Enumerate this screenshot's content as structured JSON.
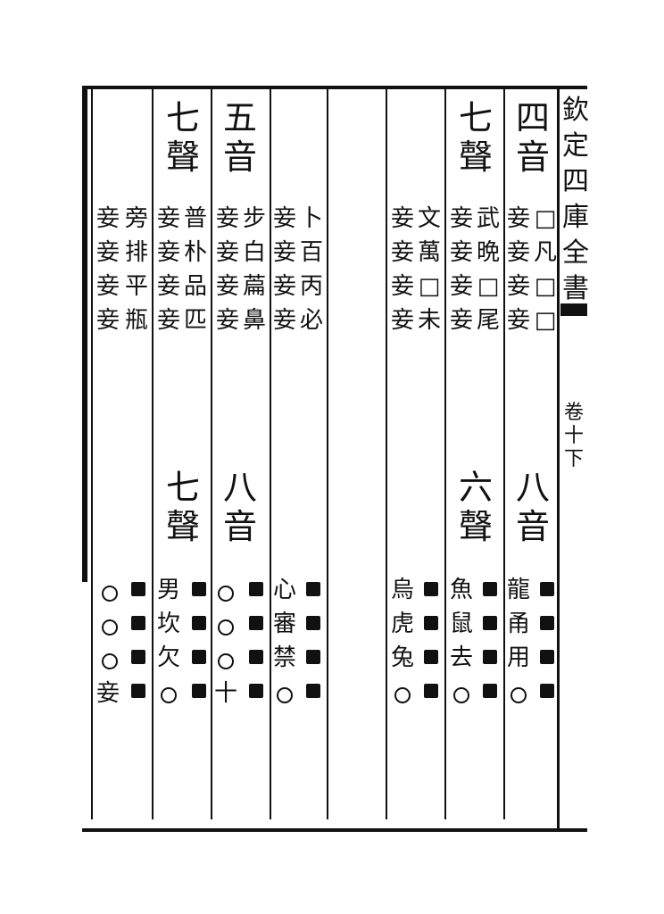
{
  "header": {
    "book_title": "欽定四庫全書",
    "volume": "卷十下"
  },
  "upper_columns": [
    {
      "id": "c1",
      "heading": "四\n音",
      "lines": [
        "□凡□□",
        "妾妾妾妾"
      ]
    },
    {
      "id": "c2",
      "heading": "七\n聲",
      "lines": [
        "武晩□尾",
        "妾妾妾妾"
      ]
    },
    {
      "id": "c3",
      "heading": "",
      "lines": [
        "文萬□未",
        "妾妾妾妾"
      ]
    },
    {
      "id": "c4",
      "heading": "",
      "lines": [
        "卜百丙必",
        "妾妾妾妾"
      ]
    },
    {
      "id": "c5",
      "heading": "五\n音",
      "lines": [
        "步白萹鼻",
        "妾妾妾妾"
      ]
    },
    {
      "id": "c6",
      "heading": "七\n聲",
      "lines": [
        "普朴品匹",
        "妾妾妾妾"
      ]
    },
    {
      "id": "c7",
      "heading": "",
      "lines": [
        "旁排平瓶",
        "妾妾妾妾"
      ]
    }
  ],
  "lower_headings": [
    {
      "id": "h1",
      "text": "八\n音"
    },
    {
      "id": "h2",
      "text": "六\n聲"
    },
    {
      "id": "h3",
      "text": "八\n音"
    },
    {
      "id": "h4",
      "text": "七\n聲"
    }
  ],
  "lower_text": {
    "t1": "龍甬用",
    "t2": "魚鼠去",
    "t3": "烏虎兔",
    "t4": "心審禁",
    "t5": "十",
    "t6": "男坎欠",
    "t7": "妾"
  }
}
